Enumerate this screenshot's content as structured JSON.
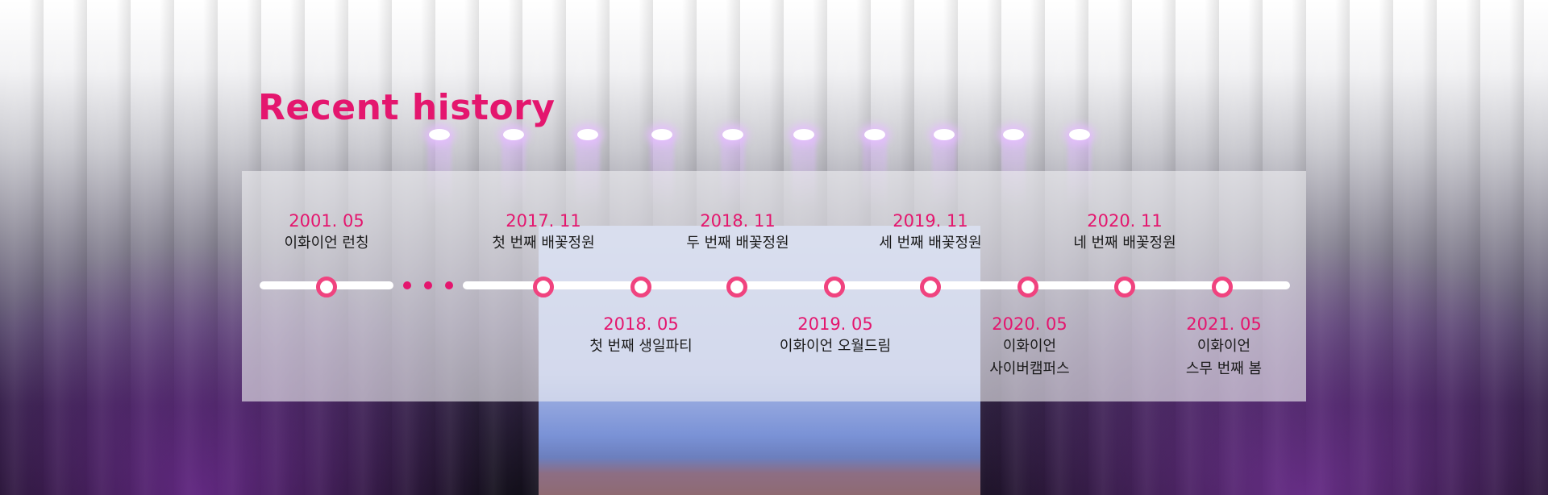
{
  "title": "Recent history",
  "colors": {
    "accent": "#e4166e",
    "node_ring": "#f0437f",
    "track": "#ffffff"
  },
  "timeline": {
    "upper": [
      {
        "date": "2001. 05",
        "label": "이화이언 런칭"
      },
      {
        "date": "2017. 11",
        "label": "첫 번째 배꽃정원"
      },
      {
        "date": "2018. 11",
        "label": "두 번째 배꽃정원"
      },
      {
        "date": "2019. 11",
        "label": "세 번째 배꽃정원"
      },
      {
        "date": "2020. 11",
        "label": "네 번째 배꽃정원"
      }
    ],
    "lower": [
      {
        "date": "2018. 05",
        "label": "첫 번째 생일파티"
      },
      {
        "date": "2019. 05",
        "label": "이화이언 오월드림"
      },
      {
        "date": "2020. 05",
        "label": "이화이언",
        "label2": "사이버캠퍼스"
      },
      {
        "date": "2021. 05",
        "label": "이화이언",
        "label2": "스무 번째 봄"
      }
    ]
  }
}
